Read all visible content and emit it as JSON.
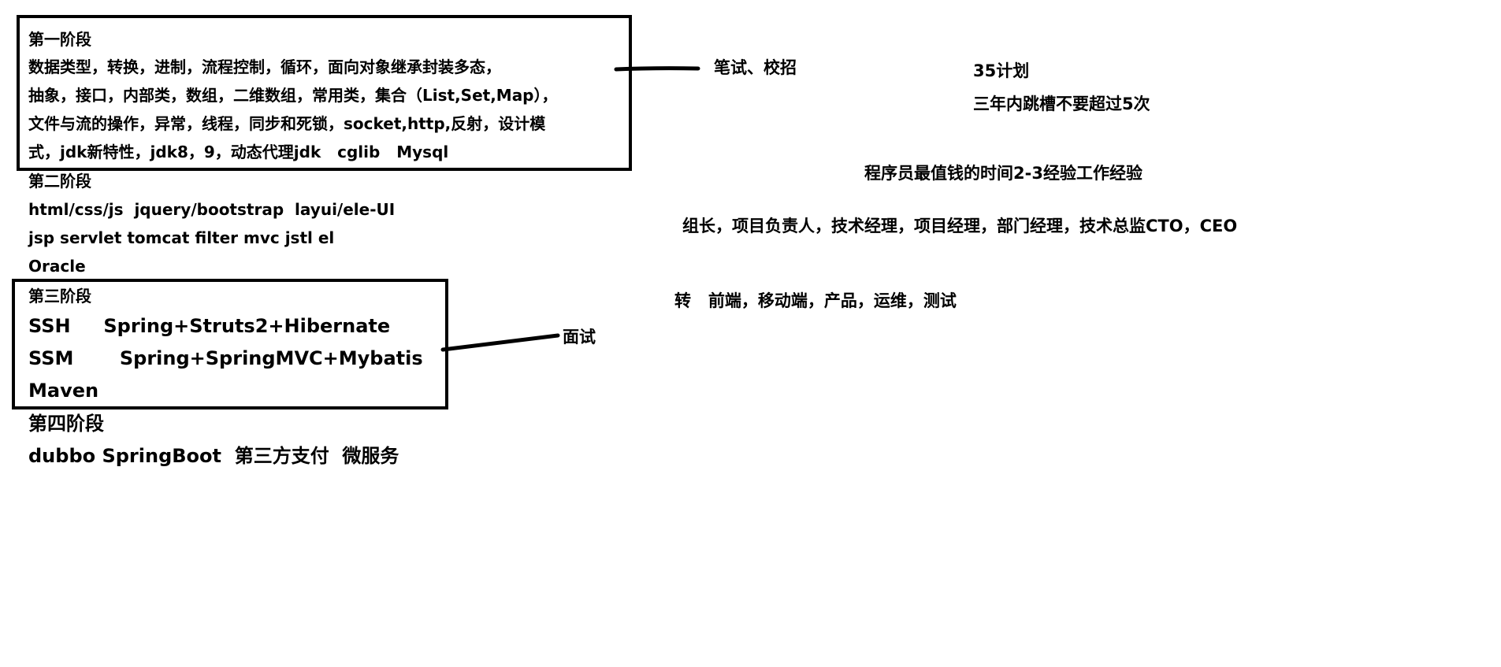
{
  "stage1": {
    "heading": "第一阶段",
    "lines": [
      "数据类型，转换，进制，流程控制，循环，面向对象继承封装多态，",
      "抽象，接口，内部类，数组，二维数组，常用类，集合（List,Set,Map），",
      "文件与流的操作，异常，线程，同步和死锁，socket,http,反射，设计模",
      "式，jdk新特性，jdk8，9，动态代理jdk   cglib   Mysql"
    ],
    "note": "笔试、校招"
  },
  "stage2": {
    "heading": "第二阶段",
    "lines": [
      "html/css/js  jquery/bootstrap  layui/ele-UI",
      "jsp servlet tomcat filter mvc jstl el",
      "Oracle"
    ]
  },
  "stage3": {
    "heading": "第三阶段",
    "lines": [
      "SSH     Spring+Struts2+Hibernate",
      "SSM       Spring+SpringMVC+Mybatis",
      "Maven"
    ],
    "note": "面试"
  },
  "stage4": {
    "heading": "第四阶段",
    "lines": [
      "dubbo SpringBoot  第三方支付  微服务"
    ]
  },
  "right": {
    "plan_title": "35计划",
    "plan_text": "三年内跳槽不要超过5次",
    "value_time": "程序员最值钱的时间2-3经验工作经验",
    "career": "组长，项目负责人，技术经理，项目经理，部门经理，技术总监CTO，CEO",
    "switch": "转   前端，移动端，产品，运维，测试"
  }
}
